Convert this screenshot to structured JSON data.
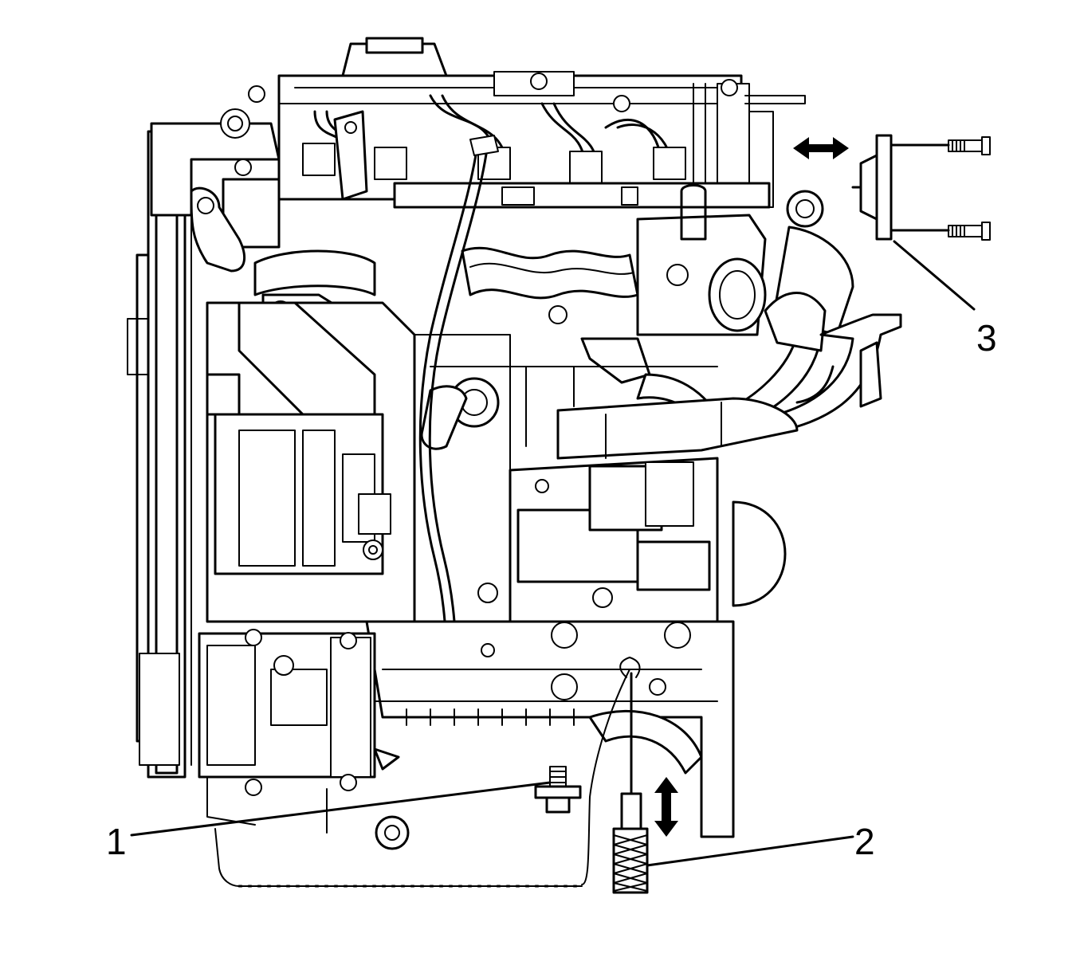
{
  "callouts": [
    {
      "id": "1",
      "label": "1",
      "target": "sensor-plug"
    },
    {
      "id": "2",
      "label": "2",
      "target": "diagnostic-tool"
    },
    {
      "id": "3",
      "label": "3",
      "target": "cover-plate"
    }
  ],
  "arrows": [
    {
      "name": "horizontal-double-arrow-icon",
      "direction": "horizontal"
    },
    {
      "name": "vertical-double-arrow-icon",
      "direction": "vertical"
    }
  ]
}
